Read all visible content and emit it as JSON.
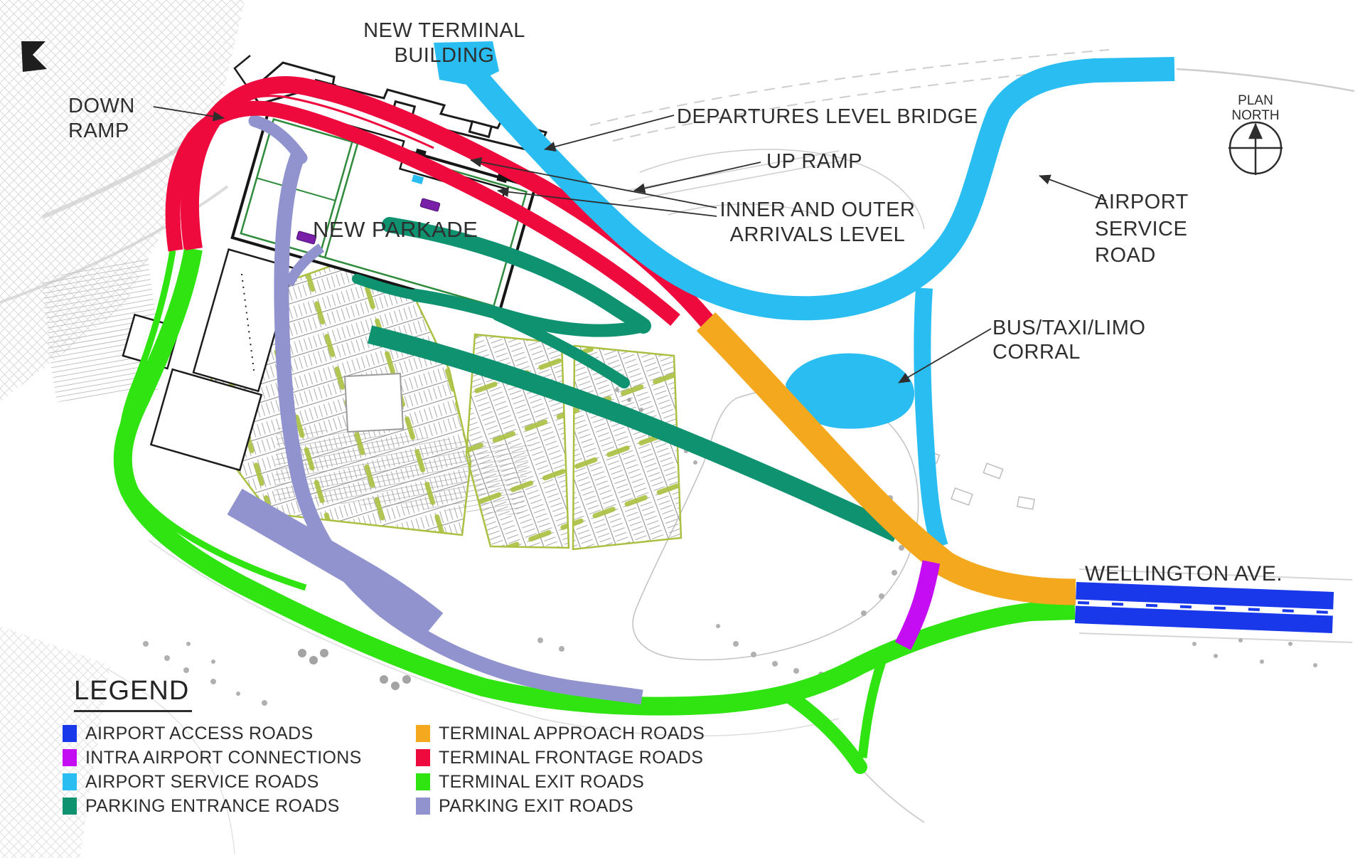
{
  "labels": {
    "terminal_building": "NEW TERMINAL\nBUILDING",
    "down_ramp": "DOWN\nRAMP",
    "departures_bridge": "DEPARTURES LEVEL BRIDGE",
    "up_ramp": "UP RAMP",
    "arrivals_level": "INNER AND OUTER\nARRIVALS LEVEL",
    "airport_service_road": "AIRPORT\nSERVICE\nROAD",
    "bus_taxi_corral": "BUS/TAXI/LIMO\nCORRAL",
    "wellington": "WELLINGTON AVE.",
    "new_parkade": "NEW PARKADE",
    "plan_north": "PLAN\nNORTH"
  },
  "legend": {
    "title": "LEGEND",
    "items": [
      {
        "label": "AIRPORT ACCESS ROADS",
        "color": "#1838ea"
      },
      {
        "label": "INTRA AIRPORT CONNECTIONS",
        "color": "#c40df2"
      },
      {
        "label": "AIRPORT SERVICE ROADS",
        "color": "#29bdf2"
      },
      {
        "label": "PARKING ENTRANCE ROADS",
        "color": "#0f9270"
      },
      {
        "label": "TERMINAL APPROACH ROADS",
        "color": "#f4a81d"
      },
      {
        "label": "TERMINAL FRONTAGE ROADS",
        "color": "#ee0a3c"
      },
      {
        "label": "TERMINAL EXIT ROADS",
        "color": "#2fe411"
      },
      {
        "label": "PARKING EXIT ROADS",
        "color": "#9193cf"
      }
    ]
  },
  "roads": {
    "airport_access": "#1838ea",
    "intra_airport": "#c40df2",
    "airport_service": "#29bdf2",
    "parking_entrance": "#0f9270",
    "terminal_approach": "#f4a81d",
    "terminal_frontage": "#ee0a3c",
    "terminal_exit": "#2fe411",
    "parking_exit": "#9193cf"
  }
}
